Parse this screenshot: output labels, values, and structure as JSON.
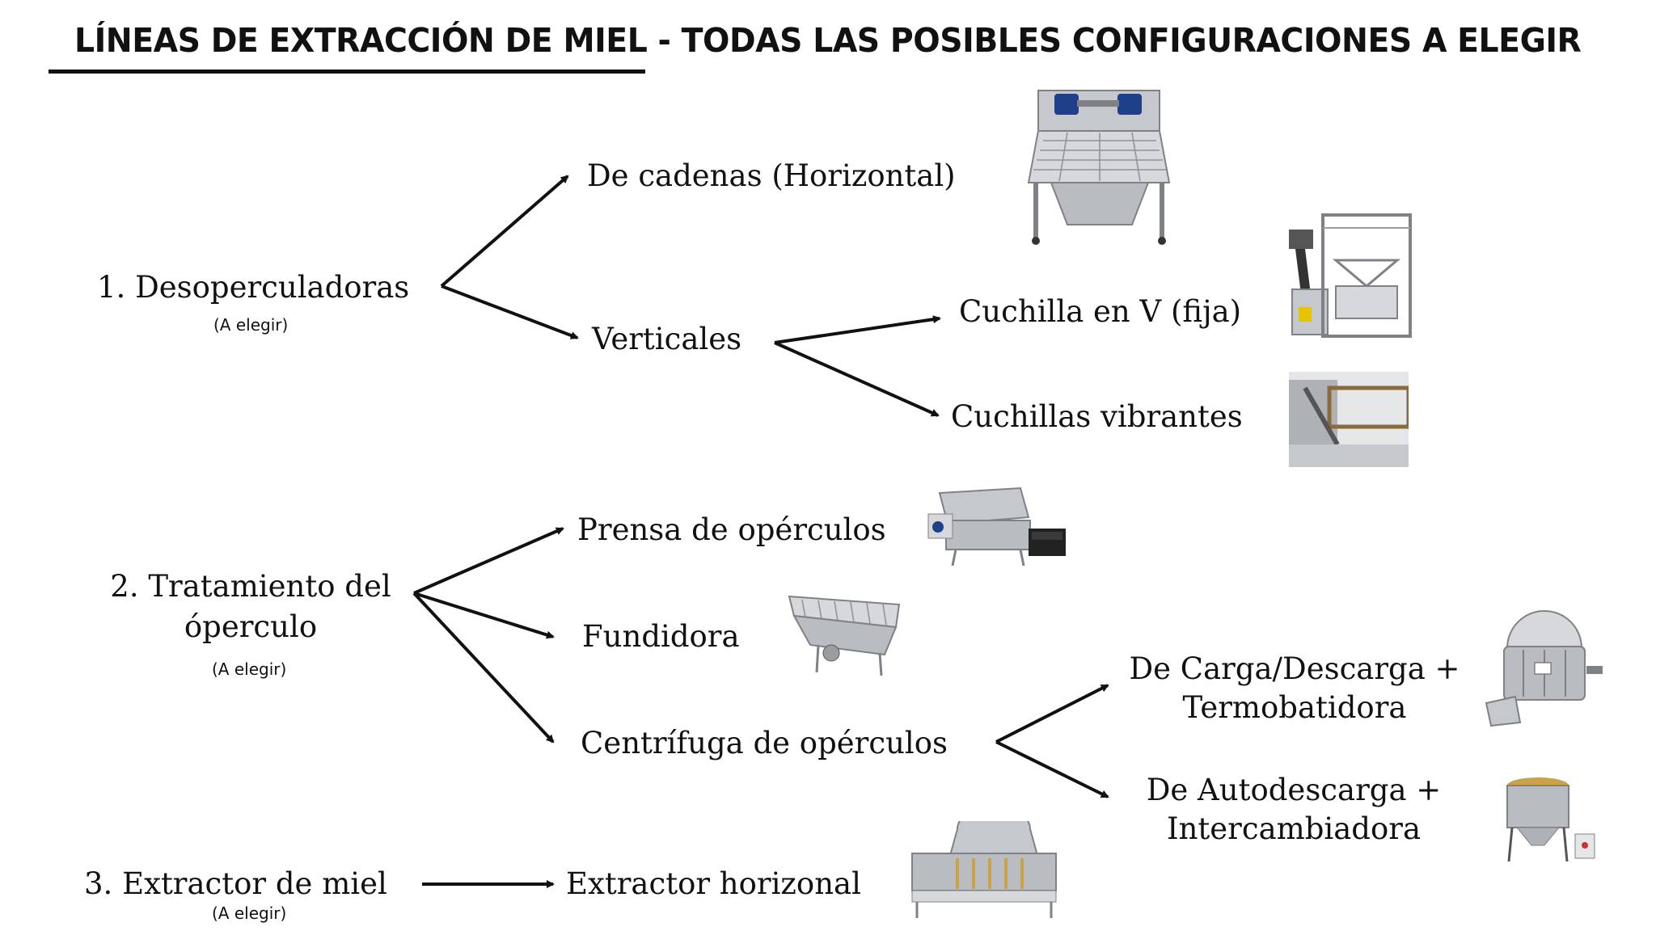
{
  "title_part1": "LÍNEAS DE EXTRACCIÓN DE MIEL",
  "title_part2": " - TODAS LAS POSIBLES CONFIGURACIONES A ELEGIR",
  "nodes": {
    "desoperculadoras": "1. Desoperculadoras",
    "desoperculadoras_note": "(A elegir)",
    "de_cadenas": "De cadenas (Horizontal)",
    "verticales": "Verticales",
    "cuchilla_v": "Cuchilla en V (fija)",
    "cuchillas_vibrantes": "Cuchillas vibrantes",
    "tratamiento_line1": "2. Tratamiento del",
    "tratamiento_line2": "óperculo",
    "tratamiento_note": "(A elegir)",
    "prensa": "Prensa de opérculos",
    "fundidora": "Fundidora",
    "centrifuga": "Centrífuga de opérculos",
    "carga_line1": "De Carga/Descarga +",
    "carga_line2": "Termobatidora",
    "auto_line1": "De Autodescarga +",
    "auto_line2": "Intercambiadora",
    "extractor": "3. Extractor de miel",
    "extractor_note": "(A elegir)",
    "extractor_horizonal": "Extractor horizonal"
  },
  "colors": {
    "text": "#111111",
    "steel": "#b9bcc0",
    "steel_dark": "#7e8287",
    "motor": "#1f3f8a",
    "yellow": "#e8c400"
  }
}
